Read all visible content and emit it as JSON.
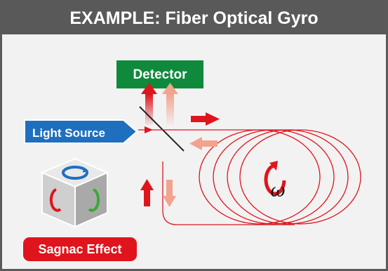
{
  "title": "EXAMPLE: Fiber Optical Gyro",
  "labels": {
    "detector": "Detector",
    "light_source": "Light Source",
    "sagnac": "Sagnac Effect",
    "omega": "ω"
  },
  "colors": {
    "header_bg": "#595959",
    "detector_green": "#0f8a3c",
    "source_blue": "#1f6fbf",
    "sagnac_red": "#e0141c",
    "fiber_red": "#e0141c",
    "arrow_red": "#e0141c",
    "arrow_pink": "#f2a38e"
  },
  "icons": {
    "cube": "sagnac-cube-icon",
    "rotation": "rotation-omega-icon"
  }
}
